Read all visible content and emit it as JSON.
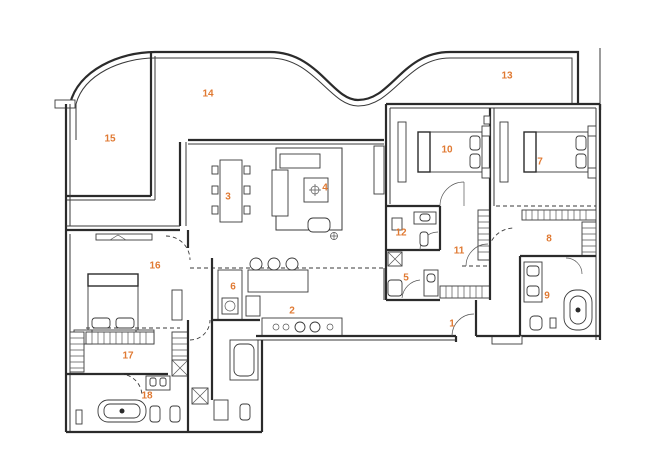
{
  "rooms": [
    {
      "label": "1"
    },
    {
      "label": "2"
    },
    {
      "label": "3"
    },
    {
      "label": "4"
    },
    {
      "label": "5"
    },
    {
      "label": "6"
    },
    {
      "label": "7"
    },
    {
      "label": "8"
    },
    {
      "label": "9"
    },
    {
      "label": "10"
    },
    {
      "label": "11"
    },
    {
      "label": "12"
    },
    {
      "label": "13"
    },
    {
      "label": "14"
    },
    {
      "label": "15"
    },
    {
      "label": "16"
    },
    {
      "label": "17"
    },
    {
      "label": "18"
    }
  ],
  "colors": {
    "room_label": "#e07a33",
    "wall": "#2b2b2b",
    "background": "#ffffff"
  }
}
